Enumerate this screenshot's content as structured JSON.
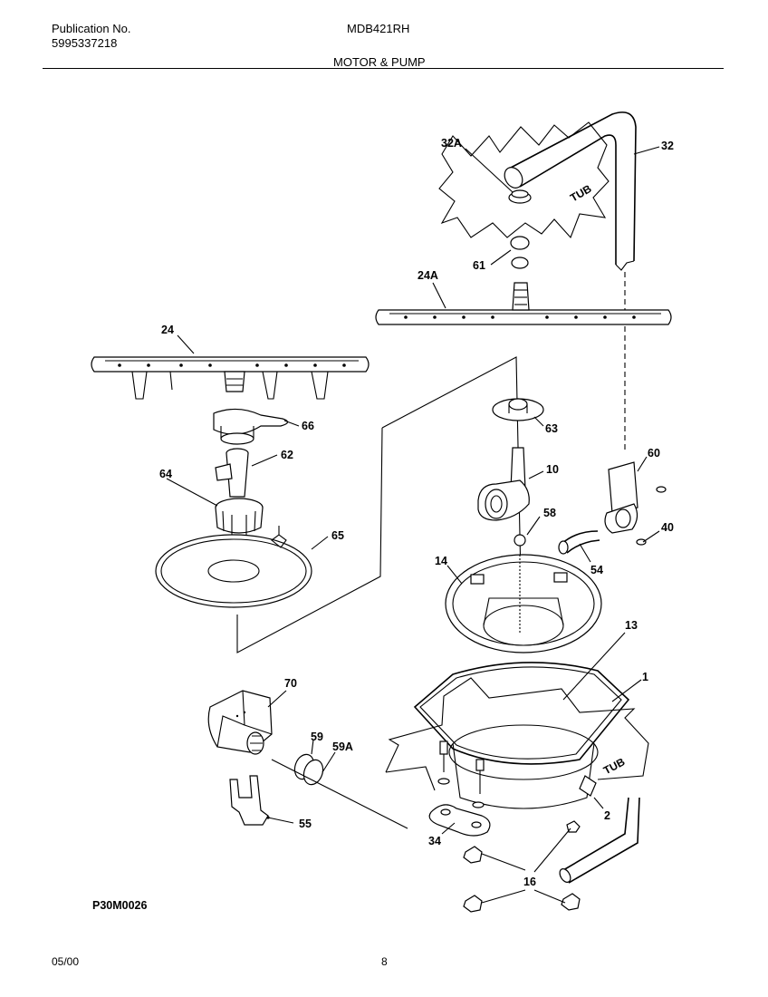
{
  "header": {
    "publication_label": "Publication No.",
    "publication_number": "5995337218",
    "model": "MDB421RH",
    "section_title": "MOTOR & PUMP"
  },
  "diagram": {
    "tub_label": "TUB",
    "parts": [
      {
        "id": "32A"
      },
      {
        "id": "32"
      },
      {
        "id": "61"
      },
      {
        "id": "24A"
      },
      {
        "id": "24"
      },
      {
        "id": "66"
      },
      {
        "id": "63"
      },
      {
        "id": "62"
      },
      {
        "id": "10"
      },
      {
        "id": "60"
      },
      {
        "id": "64"
      },
      {
        "id": "58"
      },
      {
        "id": "40"
      },
      {
        "id": "65"
      },
      {
        "id": "14"
      },
      {
        "id": "54"
      },
      {
        "id": "13"
      },
      {
        "id": "1"
      },
      {
        "id": "70"
      },
      {
        "id": "59"
      },
      {
        "id": "59A"
      },
      {
        "id": "2"
      },
      {
        "id": "55"
      },
      {
        "id": "34"
      },
      {
        "id": "16"
      }
    ],
    "drawing_code": "P30M0026"
  },
  "footer": {
    "date": "05/00",
    "page_number": "8"
  }
}
